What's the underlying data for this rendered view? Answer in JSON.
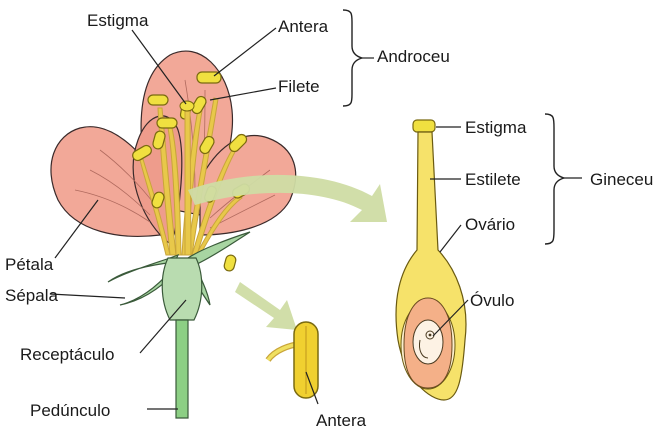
{
  "labels": {
    "estigma_flower": "Estigma",
    "antera_top": "Antera",
    "filete": "Filete",
    "androceu": "Androceu",
    "petala": "Pétala",
    "sepala": "Sépala",
    "receptaculo": "Receptáculo",
    "pedunculo": "Pedúnculo",
    "antera_bottom": "Antera",
    "estigma_pistil": "Estigma",
    "estilete": "Estilete",
    "ovario": "Ovário",
    "ovulo": "Óvulo",
    "gineceu": "Gineceu"
  },
  "colors": {
    "petal": "#f2a898",
    "petal_outline": "#3a2a2a",
    "sepal": "#a8d5a2",
    "stem": "#8ccf84",
    "anther": "#f0e040",
    "filament": "#e8c84a",
    "arrow": "#cfdca4",
    "ovary_outer": "#f6e26a",
    "ovary_inner": "#f4b088"
  }
}
